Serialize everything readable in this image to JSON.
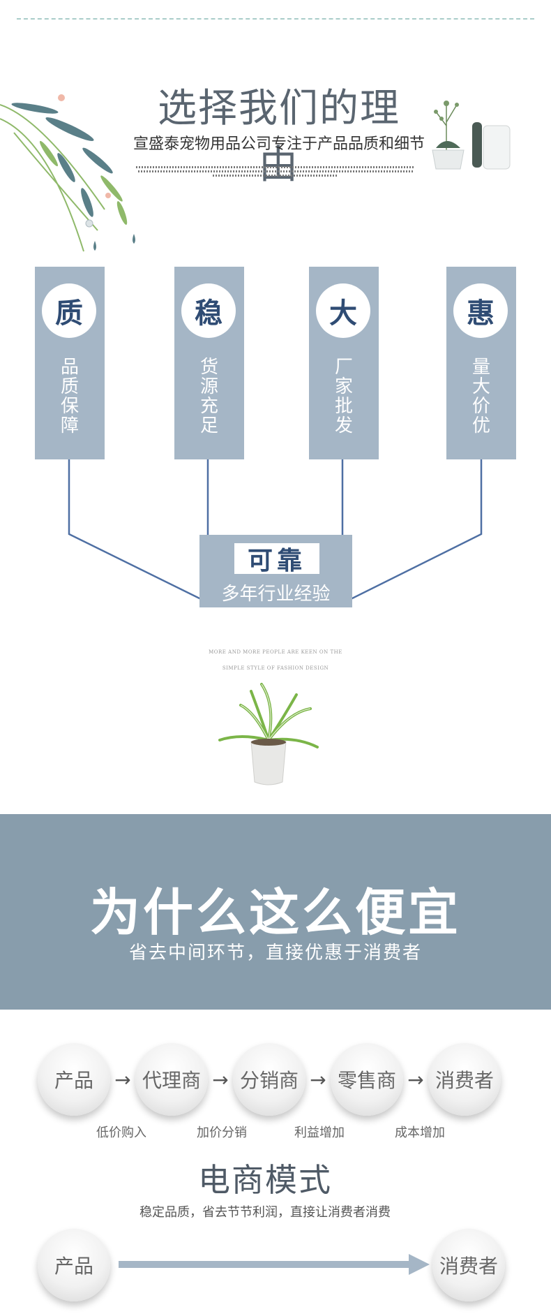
{
  "header": {
    "title": "选择我们的理由",
    "subtitle": "宣盛泰宠物用品公司专注于产品品质和细节"
  },
  "pillars": [
    {
      "char": "质",
      "text": [
        "品",
        "质",
        "保",
        "障"
      ]
    },
    {
      "char": "稳",
      "text": [
        "货",
        "源",
        "充",
        "足"
      ]
    },
    {
      "char": "大",
      "text": [
        "厂",
        "家",
        "批",
        "发"
      ]
    },
    {
      "char": "惠",
      "text": [
        "量",
        "大",
        "价",
        "优"
      ]
    }
  ],
  "center": {
    "title": "可靠",
    "subtitle": "多年行业经验"
  },
  "english": {
    "line1": "MORE AND MORE PEOPLE ARE KEEN ON THE",
    "line2": "SIMPLE STYLE OF FASHION DESIGN"
  },
  "band": {
    "title": "为什么这么便宜",
    "subtitle": "省去中间环节，直接优惠于消费者",
    "color": "#889dac"
  },
  "chain": {
    "nodes": [
      "产品",
      "代理商",
      "分销商",
      "零售商",
      "消费者"
    ],
    "arrow": "→",
    "notes": [
      "低价购入",
      "加价分销",
      "利益增加",
      "成本增加"
    ]
  },
  "ecommerce": {
    "title": "电商模式",
    "subtitle": "稳定品质，省去节节利润，直接让消费者消费",
    "start": "产品",
    "end": "消费者"
  },
  "colors": {
    "pillar": "#a5b6c6",
    "accent": "#2f4c74",
    "line": "#4e6fa3"
  }
}
